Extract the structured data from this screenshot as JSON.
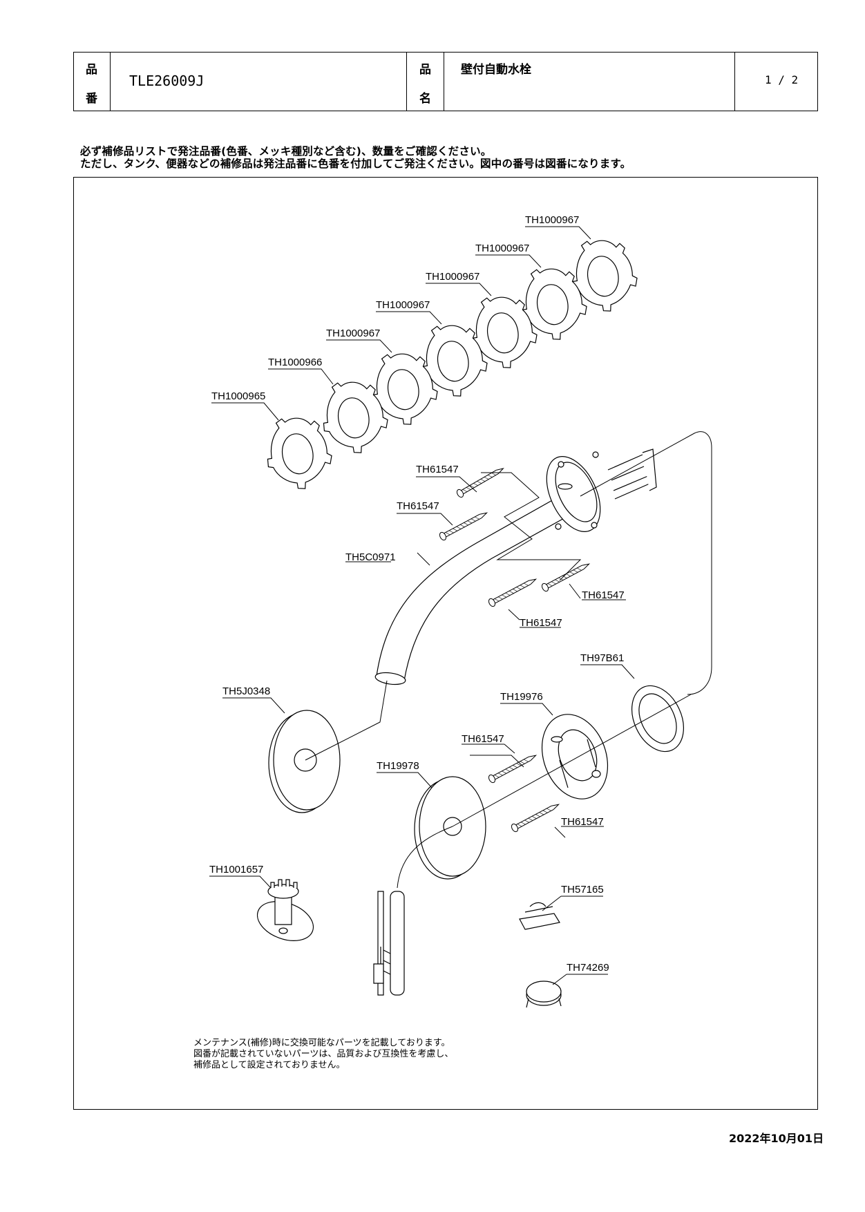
{
  "header": {
    "product_number_label_1": "品",
    "product_number_label_2": "番",
    "product_number": "TLE26009J",
    "product_name_label_1": "品",
    "product_name_label_2": "名",
    "product_name": "壁付自動水栓",
    "page": "1 / 2"
  },
  "notice": {
    "line1": "必ず補修品リストで発注品番(色番、メッキ種別など含む)、数量をご確認ください。",
    "line2": "ただし、タンク、便器などの補修品は発注品番に色番を付加してご発注ください。図中の番号は図番になります。"
  },
  "parts": {
    "ring7": "TH1000967",
    "ring6": "TH1000967",
    "ring5": "TH1000967",
    "ring4": "TH1000967",
    "ring3": "TH1000967",
    "ring2": "TH1000966",
    "ring1": "TH1000965",
    "screw_a": "TH61547",
    "screw_b": "TH61547",
    "spout": "TH5C0971",
    "screw_c": "TH61547",
    "screw_d": "TH61547",
    "flange_left": "TH5J0348",
    "gasket": "TH97B61",
    "mount": "TH19976",
    "screw_e": "TH61547",
    "flange_right": "TH19978",
    "screw_f": "TH61547",
    "key": "TH1001657",
    "clip": "TH57165",
    "band": "TH74269"
  },
  "footer_note": {
    "line1": "メンテナンス(補修)時に交換可能なパーツを記載しております。",
    "line2": "図番が記載されていないパーツは、品質および互換性を考慮し、",
    "line3": "補修品として設定されておりません。"
  },
  "date": "2022年10月01日"
}
